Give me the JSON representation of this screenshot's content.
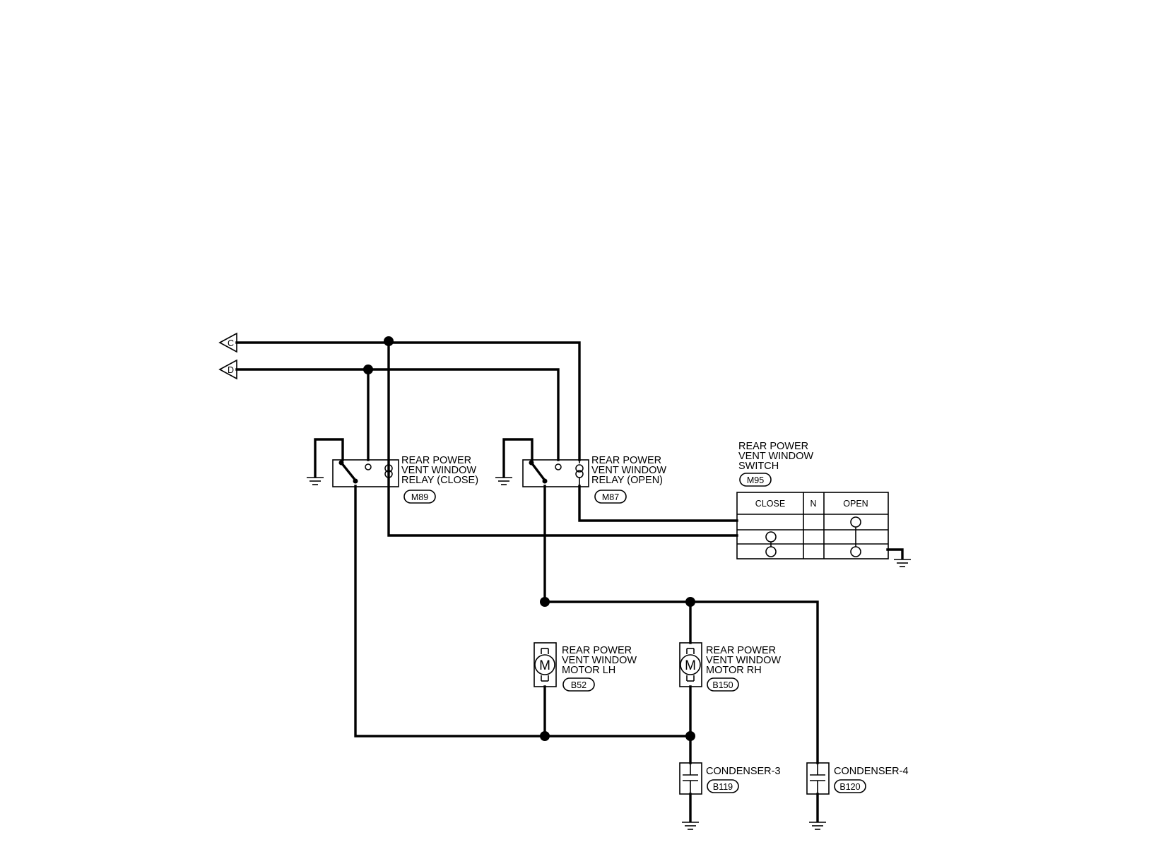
{
  "connectors": {
    "c": "C",
    "d": "D"
  },
  "relay_close": {
    "line1": "REAR POWER",
    "line2": "VENT WINDOW",
    "line3": "RELAY (CLOSE)",
    "connector": "M89"
  },
  "relay_open": {
    "line1": "REAR POWER",
    "line2": "VENT WINDOW",
    "line3": "RELAY (OPEN)",
    "connector": "M87"
  },
  "switch": {
    "line1": "REAR POWER",
    "line2": "VENT WINDOW",
    "line3": "SWITCH",
    "connector": "M95",
    "positions": [
      "CLOSE",
      "N",
      "OPEN"
    ]
  },
  "motor_lh": {
    "symbol": "M",
    "line1": "REAR POWER",
    "line2": "VENT WINDOW",
    "line3": "MOTOR LH",
    "connector": "B52"
  },
  "motor_rh": {
    "symbol": "M",
    "line1": "REAR POWER",
    "line2": "VENT WINDOW",
    "line3": "MOTOR RH",
    "connector": "B150"
  },
  "condenser_3": {
    "label": "CONDENSER-3",
    "connector": "B119"
  },
  "condenser_4": {
    "label": "CONDENSER-4",
    "connector": "B120"
  }
}
